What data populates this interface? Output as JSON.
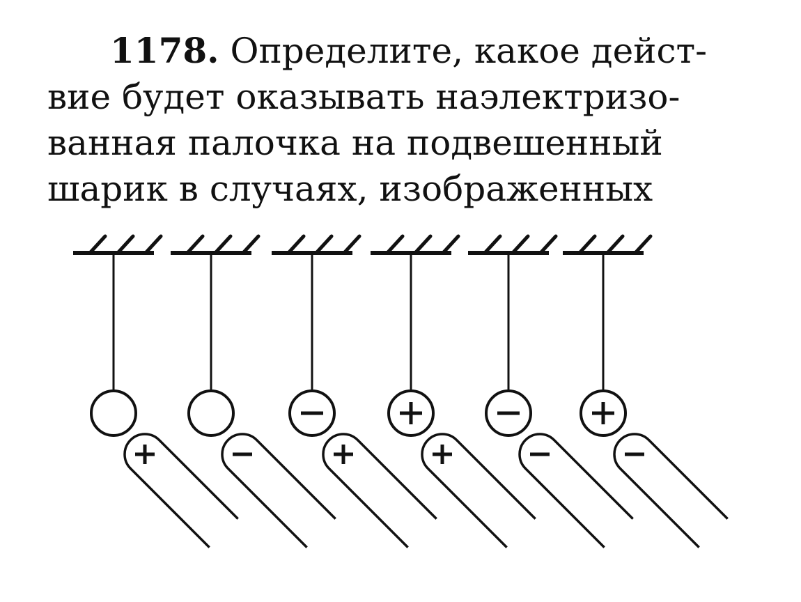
{
  "problem": {
    "number": "1178.",
    "lines": [
      "Определите, какое дейст-",
      "вие будет оказывать наэлектризо-",
      "ванная палочка на подвешенный",
      "шарик в случаях, изображенных"
    ]
  },
  "figure": {
    "cases": [
      {
        "ball_charge": "",
        "rod_charge": "+"
      },
      {
        "ball_charge": "",
        "rod_charge": "−"
      },
      {
        "ball_charge": "−",
        "rod_charge": "+"
      },
      {
        "ball_charge": "+",
        "rod_charge": "+"
      },
      {
        "ball_charge": "−",
        "rod_charge": "−"
      },
      {
        "ball_charge": "+",
        "rod_charge": "−"
      }
    ]
  }
}
